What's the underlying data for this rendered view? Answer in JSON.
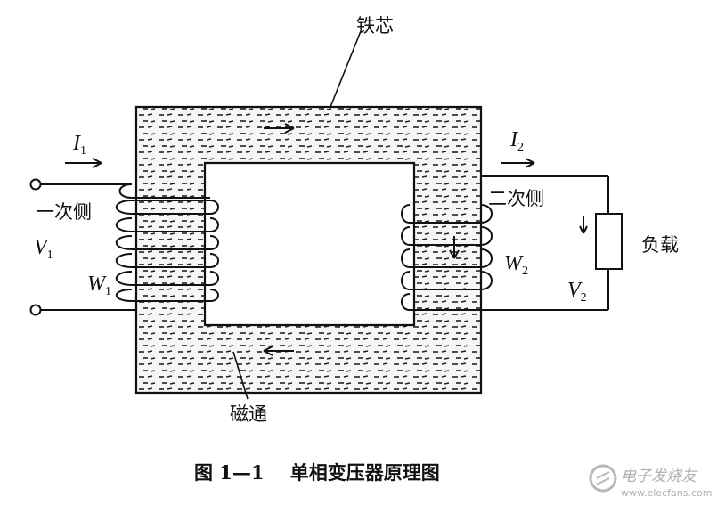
{
  "labels": {
    "core": "铁芯",
    "flux": "磁通",
    "primary_side": "一次侧",
    "secondary_side": "二次侧",
    "load": "负载",
    "I1": "I",
    "I1_sub": "1",
    "I2": "I",
    "I2_sub": "2",
    "V1": "V",
    "V1_sub": "1",
    "V2": "V",
    "V2_sub": "2",
    "W1": "W",
    "W1_sub": "1",
    "W2": "W",
    "W2_sub": "2"
  },
  "caption": "图 1—1    单相变压器原理图",
  "watermark": {
    "brand": "电子发烧友",
    "url": "www.elecfans.com"
  },
  "colors": {
    "ink": "#111111",
    "core_fill": "#f4f4f4",
    "watermark": "#b0b0b0"
  }
}
